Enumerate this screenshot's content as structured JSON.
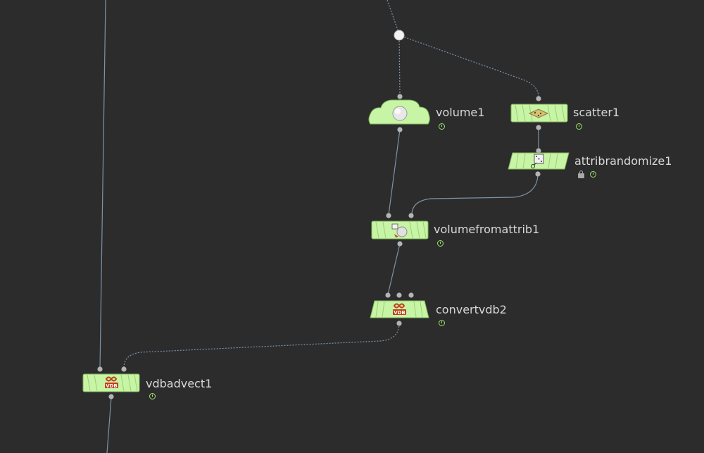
{
  "network": {
    "nodes": [
      {
        "id": "volume",
        "name": "volume1",
        "icon": "cloud-sphere-icon"
      },
      {
        "id": "scatter",
        "name": "scatter1",
        "icon": "scatter-points-icon"
      },
      {
        "id": "attribrandomize",
        "name": "attribrandomize1",
        "icon": "dice-icon",
        "locked": true
      },
      {
        "id": "volumefromattrib",
        "name": "volumefromattrib1",
        "icon": "volume-from-attrib-icon"
      },
      {
        "id": "convertvdb",
        "name": "convertvdb2",
        "icon": "vdb-icon"
      },
      {
        "id": "vdbadvect",
        "name": "vdbadvect1",
        "icon": "vdb-icon"
      }
    ]
  },
  "colors": {
    "background": "#2c2c2c",
    "node_fill": "#c7f5a5",
    "node_stroke": "#7fb35c",
    "wire": "#7d93a8",
    "port": "#b4b4b4",
    "label": "#d9d9d9",
    "display_flag": "#9be36a"
  }
}
